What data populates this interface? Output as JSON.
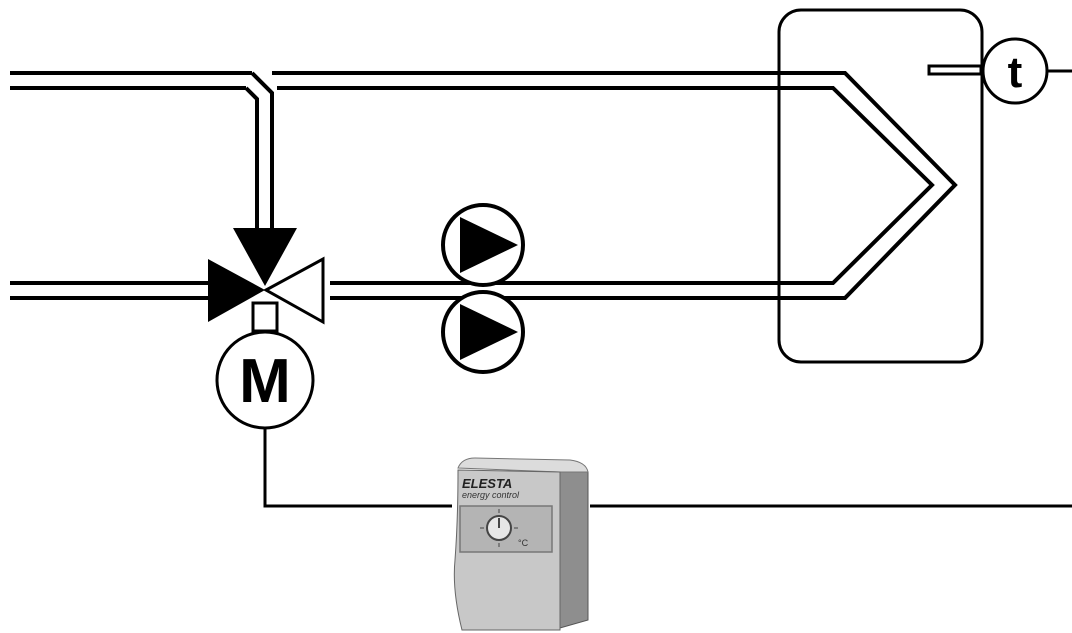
{
  "diagram": {
    "motor_label": "M",
    "sensor_label": "t",
    "controller": {
      "brand": "ELESTA",
      "subtitle": "energy control",
      "unit": "°C"
    },
    "colors": {
      "line": "#000000",
      "background": "#ffffff",
      "controller_body": "#c8c8c8",
      "controller_panel": "#b4b4b4"
    }
  }
}
